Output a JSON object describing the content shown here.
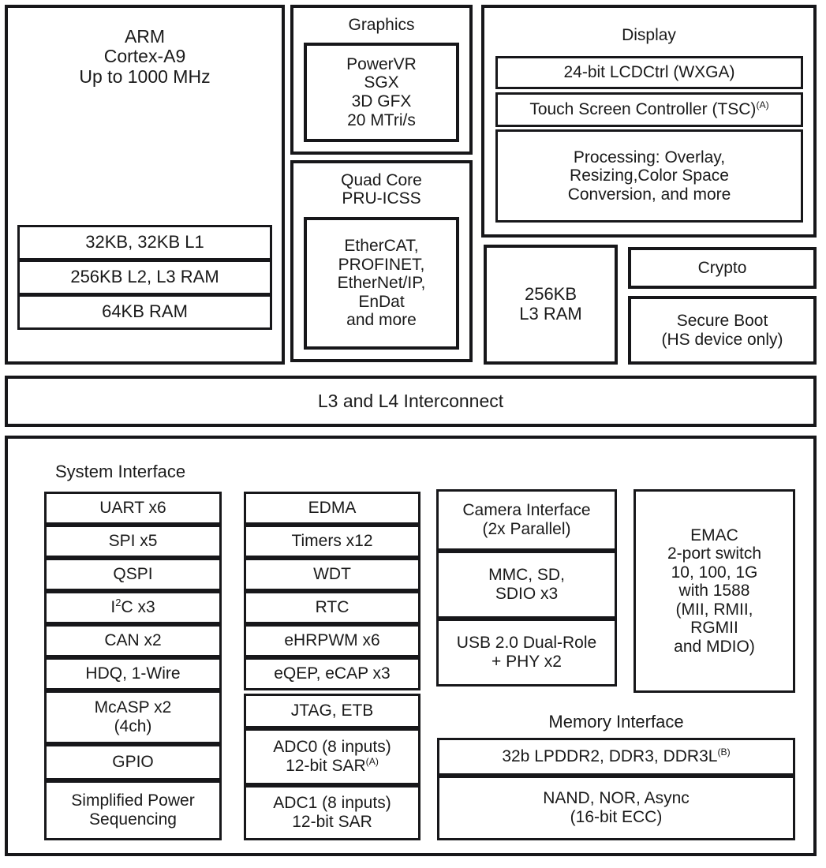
{
  "diagram": {
    "title_visible": false,
    "colors": {
      "line": "#17171a",
      "background": "#ffffff",
      "text": "#1a1a1a"
    }
  },
  "arm": {
    "heading_line1": "ARM",
    "heading_line2": "Cortex-A9",
    "heading_line3": "Up to 1000 MHz",
    "memories": [
      "32KB, 32KB L1",
      "256KB L2, L3 RAM",
      "64KB RAM"
    ]
  },
  "graphics": {
    "title": "Graphics",
    "inner_lines": [
      "PowerVR",
      "SGX",
      "3D GFX",
      "20 MTri/s"
    ]
  },
  "pru": {
    "title_line1": "Quad Core",
    "title_line2": "PRU-ICSS",
    "inner_lines": [
      "EtherCAT,",
      "PROFINET,",
      "EtherNet/IP,",
      "EnDat",
      "and more"
    ]
  },
  "display": {
    "title": "Display",
    "lcd": "24-bit LCDCtrl (WXGA)",
    "tsc_text": "Touch Screen Controller (TSC)",
    "tsc_note": "(A)",
    "processing_lines": [
      "Processing: Overlay,",
      "Resizing,Color Space",
      "Conversion, and more"
    ]
  },
  "l3ram": {
    "line1": "256KB",
    "line2": "L3 RAM"
  },
  "security": {
    "crypto": "Crypto",
    "secure_boot_line1": "Secure Boot",
    "secure_boot_line2": "(HS device only)"
  },
  "interconnect": {
    "label": "L3 and L4 Interconnect"
  },
  "system_interface": {
    "title": "System Interface",
    "column1": [
      {
        "label": "UART x6"
      },
      {
        "label": "SPI x5"
      },
      {
        "label": "QSPI"
      },
      {
        "label": "I2C x3",
        "prefix": "I",
        "superscript": "2",
        "suffix": "C x3"
      },
      {
        "label": "CAN x2"
      },
      {
        "label": "HDQ, 1-Wire"
      },
      {
        "label": "McASP x2\n(4ch)"
      },
      {
        "label": "GPIO"
      },
      {
        "label": "Simplified Power\nSequencing"
      }
    ],
    "column2": [
      {
        "label": "EDMA"
      },
      {
        "label": "Timers x12"
      },
      {
        "label": "WDT"
      },
      {
        "label": "RTC"
      },
      {
        "label": "eHRPWM x6"
      },
      {
        "label": "eQEP, eCAP x3"
      },
      {
        "label": "JTAG, ETB"
      },
      {
        "label": "ADC0 (8 inputs)\n12-bit SAR",
        "note": "(A)"
      },
      {
        "label": "ADC1 (8 inputs)\n12-bit SAR"
      }
    ],
    "column3": [
      {
        "label": "Camera Interface\n(2x Parallel)"
      },
      {
        "label": "MMC, SD,\nSDIO x3"
      },
      {
        "label": "USB 2.0 Dual-Role\n+ PHY x2"
      }
    ],
    "emac": {
      "lines": [
        "EMAC",
        "2-port switch",
        "10, 100, 1G",
        "with 1588",
        "(MII, RMII,",
        "RGMII",
        "and MDIO)"
      ]
    }
  },
  "memory_interface": {
    "title": "Memory Interface",
    "ddr_text": "32b LPDDR2, DDR3, DDR3L",
    "ddr_note": "(B)",
    "nand_lines": [
      "NAND, NOR, Async",
      "(16-bit ECC)"
    ]
  }
}
